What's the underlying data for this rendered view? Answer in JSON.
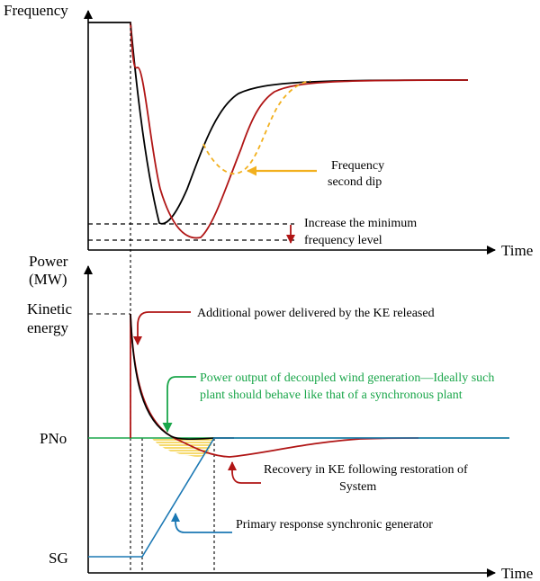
{
  "top_panel": {
    "y_axis_label": "Frequency",
    "x_axis_label": "Time",
    "annotation_second_dip": [
      "Frequency",
      "second dip"
    ],
    "annotation_min_level": [
      "Increase the minimum",
      "frequency level"
    ]
  },
  "bottom_panel": {
    "y_axis_label": [
      "Power",
      "(MW)"
    ],
    "x_axis_label": "Time",
    "tick_kinetic_energy": [
      "Kinetic",
      "energy"
    ],
    "tick_pno": "PNo",
    "tick_sg": "SG",
    "annotation_additional_power": "Additional power delivered by the KE released",
    "annotation_decoupled_wind": [
      "Power output of decoupled wind generation—Ideally such",
      "plant should behave like that of a synchronous plant"
    ],
    "annotation_recovery": [
      "Recovery in KE following restoration of",
      "System"
    ],
    "annotation_primary_response": "Primary response synchronic generator"
  },
  "colors": {
    "black": "#000000",
    "red": "#b01515",
    "orange": "#f2b01e",
    "green": "#1aa64a",
    "blue": "#1b78b4",
    "hatch": "#f0c419"
  }
}
